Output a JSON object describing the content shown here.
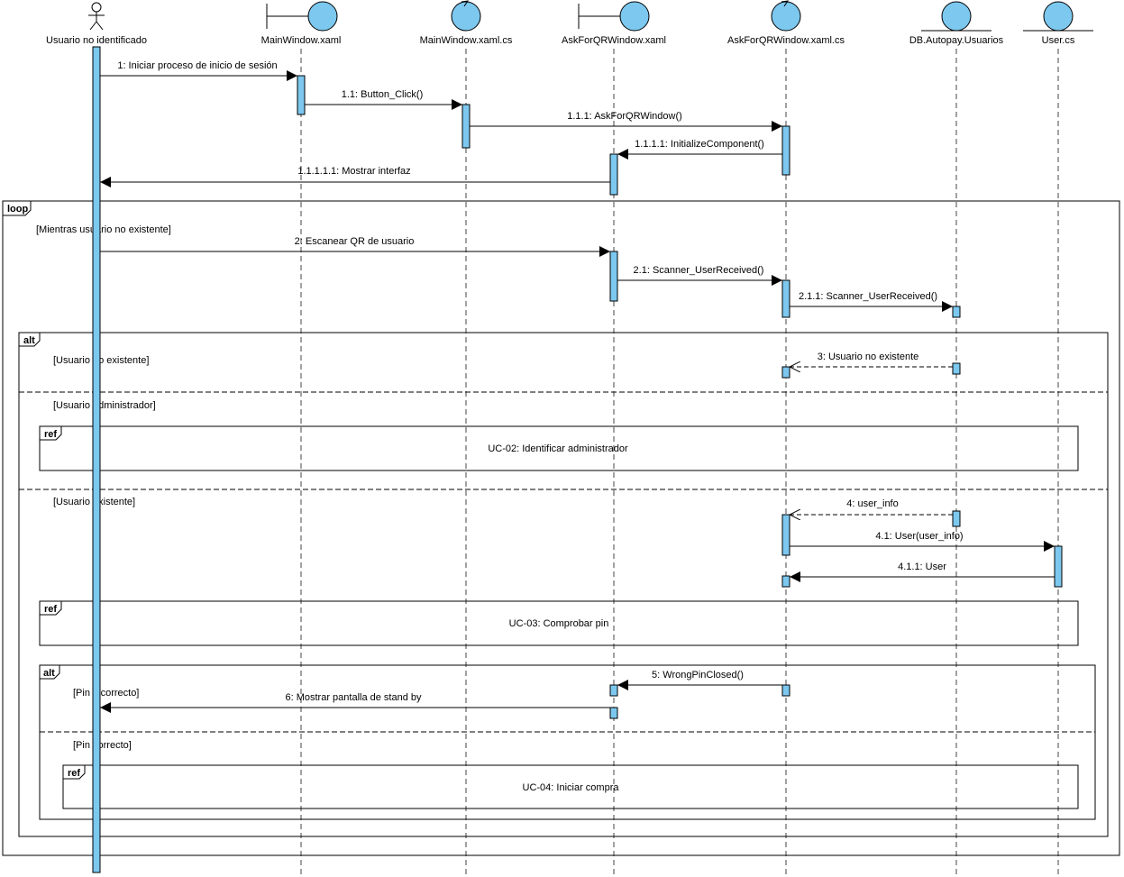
{
  "participants": [
    {
      "id": "p0",
      "name": "Usuario no identificado",
      "kind": "actor"
    },
    {
      "id": "p1",
      "name": "MainWindow.xaml",
      "kind": "boundary"
    },
    {
      "id": "p2",
      "name": "MainWindow.xaml.cs",
      "kind": "control"
    },
    {
      "id": "p3",
      "name": "AskForQRWindow.xaml",
      "kind": "boundary"
    },
    {
      "id": "p4",
      "name": "AskForQRWindow.xaml.cs",
      "kind": "control"
    },
    {
      "id": "p5",
      "name": "DB.Autopay.Usuarios",
      "kind": "entity"
    },
    {
      "id": "p6",
      "name": "User.cs",
      "kind": "entity"
    }
  ],
  "messages": [
    {
      "label": "1: Iniciar proceso de inicio de sesión",
      "from": "p0",
      "to": "p1",
      "type": "sync"
    },
    {
      "label": "1.1: Button_Click()",
      "from": "p1",
      "to": "p2",
      "type": "sync"
    },
    {
      "label": "1.1.1: AskForQRWindow()",
      "from": "p2",
      "to": "p4",
      "type": "sync"
    },
    {
      "label": "1.1.1.1: InitializeComponent()",
      "from": "p4",
      "to": "p3",
      "type": "sync"
    },
    {
      "label": "1.1.1.1.1: Mostrar interfaz",
      "from": "p3",
      "to": "p0",
      "type": "sync"
    },
    {
      "label": "2: Escanear QR de usuario",
      "from": "p0",
      "to": "p3",
      "type": "sync"
    },
    {
      "label": "2.1: Scanner_UserReceived()",
      "from": "p3",
      "to": "p4",
      "type": "sync"
    },
    {
      "label": "2.1.1: Scanner_UserReceived()",
      "from": "p4",
      "to": "p5",
      "type": "sync"
    },
    {
      "label": "3: Usuario no existente",
      "from": "p5",
      "to": "p4",
      "type": "return"
    },
    {
      "label": "4: user_info",
      "from": "p5",
      "to": "p4",
      "type": "return"
    },
    {
      "label": "4.1: User(user_info)",
      "from": "p4",
      "to": "p6",
      "type": "sync"
    },
    {
      "label": "4.1.1: User",
      "from": "p6",
      "to": "p4",
      "type": "sync"
    },
    {
      "label": "5: WrongPinClosed()",
      "from": "p4",
      "to": "p3",
      "type": "sync"
    },
    {
      "label": "6: Mostrar pantalla de stand by",
      "from": "p3",
      "to": "p0",
      "type": "sync"
    }
  ],
  "fragments": {
    "loop": {
      "operator": "loop",
      "guard": "[Mientras usuario no existente]"
    },
    "alt_outer": {
      "operator": "alt",
      "guards": [
        "[Usuario no existente]",
        "[Usuario administrador]",
        "[Usuario existente]"
      ]
    },
    "alt_inner": {
      "operator": "alt",
      "guards": [
        "[Pin incorrecto]",
        "[Pin correcto]"
      ]
    },
    "refs": [
      {
        "operator": "ref",
        "text": "UC-02: Identificar administrador"
      },
      {
        "operator": "ref",
        "text": "UC-03: Comprobar pin"
      },
      {
        "operator": "ref",
        "text": "UC-04: Iniciar compra"
      }
    ]
  },
  "colors": {
    "activation": "#7cc8ef",
    "line": "#000000",
    "background": "#ffffff"
  }
}
